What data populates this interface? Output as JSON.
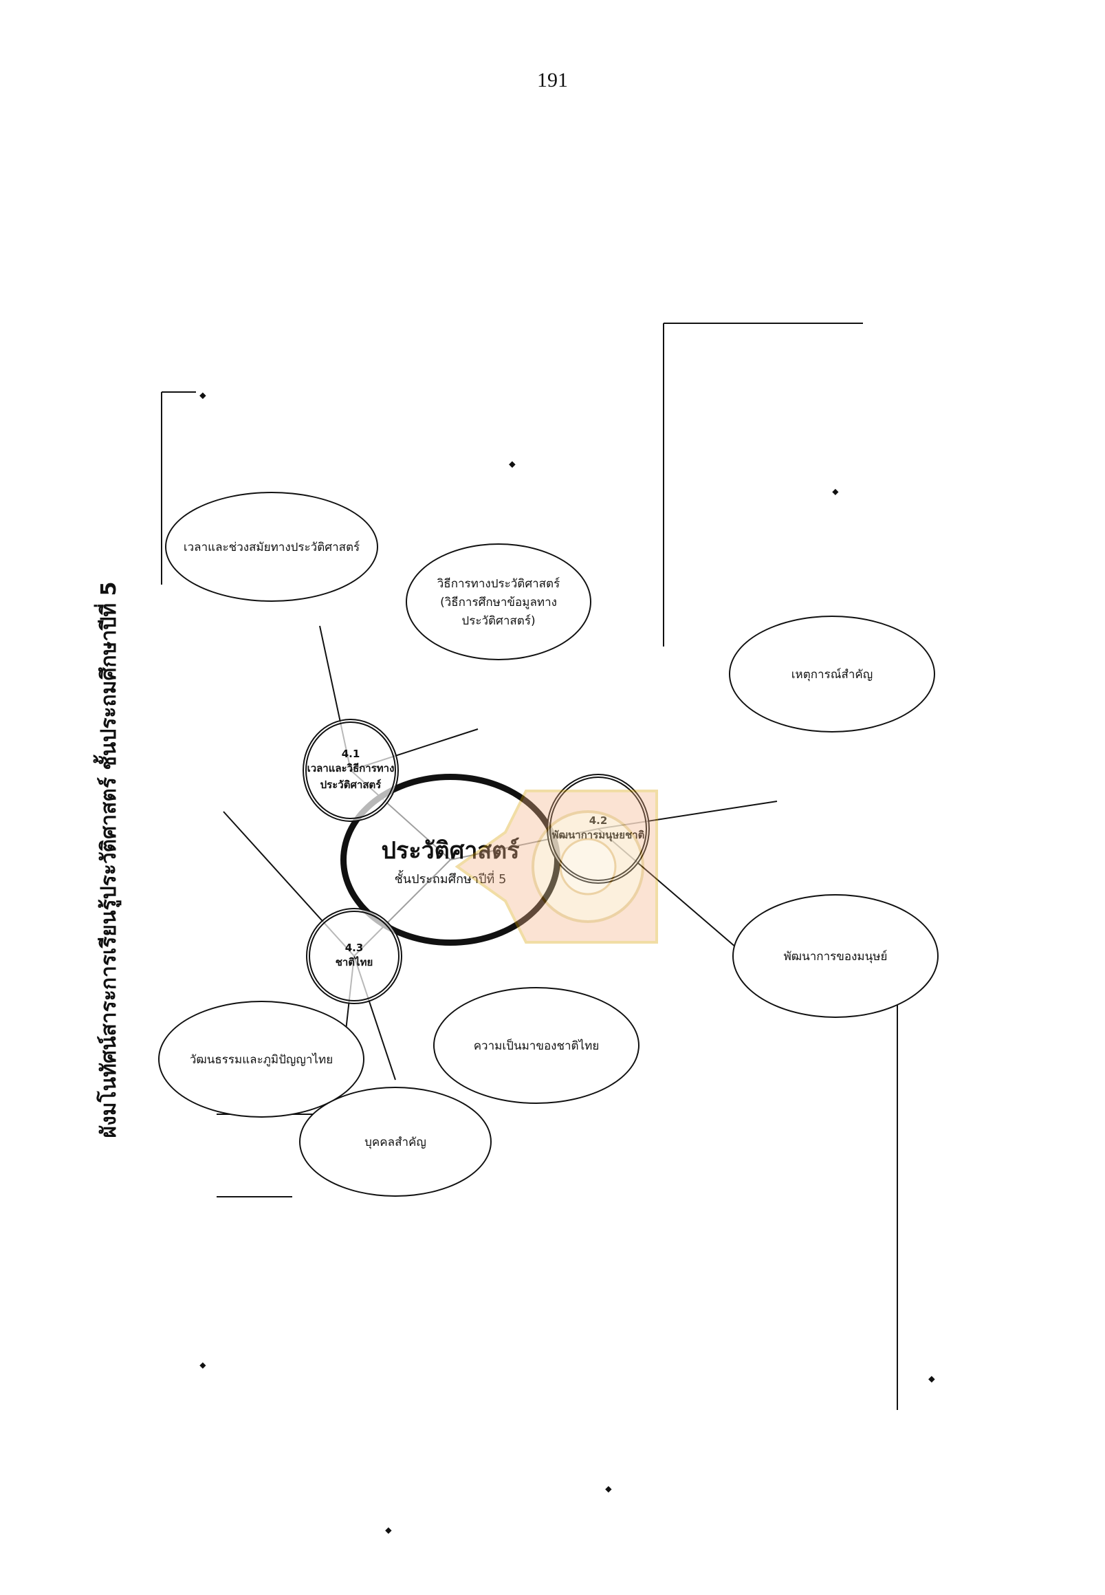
{
  "page_number": "191",
  "title": "ผังมโนทัศน์สาระการเรียนรู้ประวัติศาสตร์ ชั้นประถมศึกษาปีที่ 5",
  "center": {
    "title": "ประวัติศาสตร์",
    "subtitle": "ชั้นประถมศึกษาปีที่ 5"
  },
  "subtopics": {
    "s41": {
      "code": "4.1",
      "label": "เวลาและวิธีการทางประวัติศาสตร์"
    },
    "s42": {
      "code": "4.2",
      "label": "พัฒนาการมนุษยชาติ"
    },
    "s43": {
      "code": "4.3",
      "label": "ชาติไทย"
    }
  },
  "topics": {
    "time_period": "เวลาและช่วงสมัยทางประวัติศาสตร์",
    "method": "วิธีการทางประวัติศาสตร์",
    "method_note": "(วิธีการศึกษาข้อมูลทางประวัติศาสตร์)",
    "important_events": "เหตุการณ์สำคัญ",
    "human_development": "พัฒนาการของมนุษย์",
    "thai_culture": "วัฒนธรรมและภูมิปัญญาไทย",
    "important_persons": "บุคคลสำคัญ",
    "thai_nation": "ความเป็นมาของชาติไทย"
  },
  "bullets": {
    "time_period": [
      "",
      "",
      ""
    ],
    "method": [
      "",
      "",
      "",
      ""
    ],
    "important_events": [
      ""
    ],
    "human_development": [
      "",
      "",
      "",
      ""
    ],
    "thai_culture": [
      ""
    ],
    "important_persons": [
      "",
      ""
    ],
    "thai_nation": [
      "",
      ""
    ]
  }
}
